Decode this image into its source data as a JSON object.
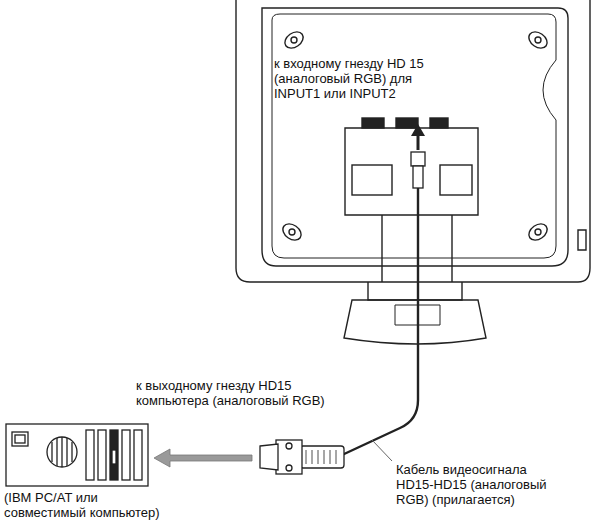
{
  "diagram": {
    "labels": [
      "к входному гнезду HD 15 (аналоговый RGB) для INPUT1 или INPUT2",
      "к выходному гнезду HD15 компьютера (аналоговый RGB)",
      "Кабель видеосигнала HD15-HD15 (аналоговый RGB) (прилагается)",
      "(IBM PC/AT или совместимый компьютер)"
    ]
  }
}
